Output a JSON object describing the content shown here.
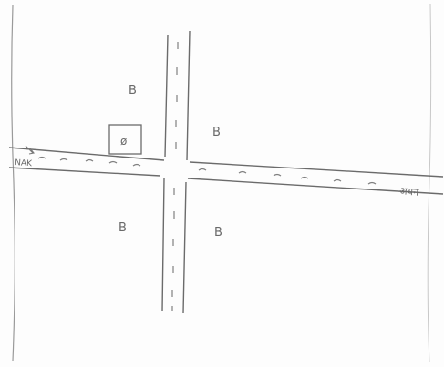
{
  "map": {
    "labels": {
      "west_road_end": "NAK",
      "east_road_end": "अयन",
      "nw_block": "B",
      "ne_block": "B",
      "sw_block": "B",
      "se_block": "B",
      "small_box_mark": "ø"
    }
  },
  "colors": {
    "pencil": "#6b6b6b",
    "paper": "#fdfdfd"
  }
}
